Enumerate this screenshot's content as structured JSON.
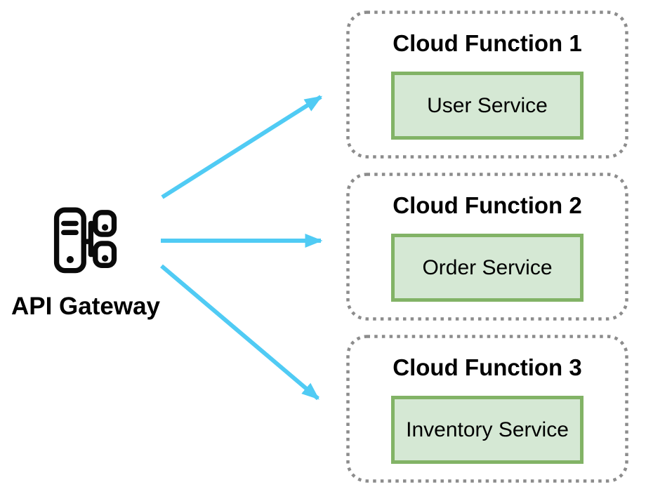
{
  "diagram": {
    "gateway": {
      "label": "API Gateway",
      "icon": "gateway-server-icon"
    },
    "functions": [
      {
        "title": "Cloud Function 1",
        "service": "User Service"
      },
      {
        "title": "Cloud Function 2",
        "service": "Order Service"
      },
      {
        "title": "Cloud Function 3",
        "service": "Inventory Service"
      }
    ],
    "arrows": [
      {
        "from": "api-gateway",
        "to": "cloud-function-1"
      },
      {
        "from": "api-gateway",
        "to": "cloud-function-2"
      },
      {
        "from": "api-gateway",
        "to": "cloud-function-3"
      }
    ],
    "colors": {
      "arrow": "#50CBF4",
      "dotted_border": "#8C8C8C",
      "service_border": "#82B366",
      "service_fill": "#D5E8D4",
      "icon": "#0a0a0a",
      "text": "#000000"
    }
  }
}
